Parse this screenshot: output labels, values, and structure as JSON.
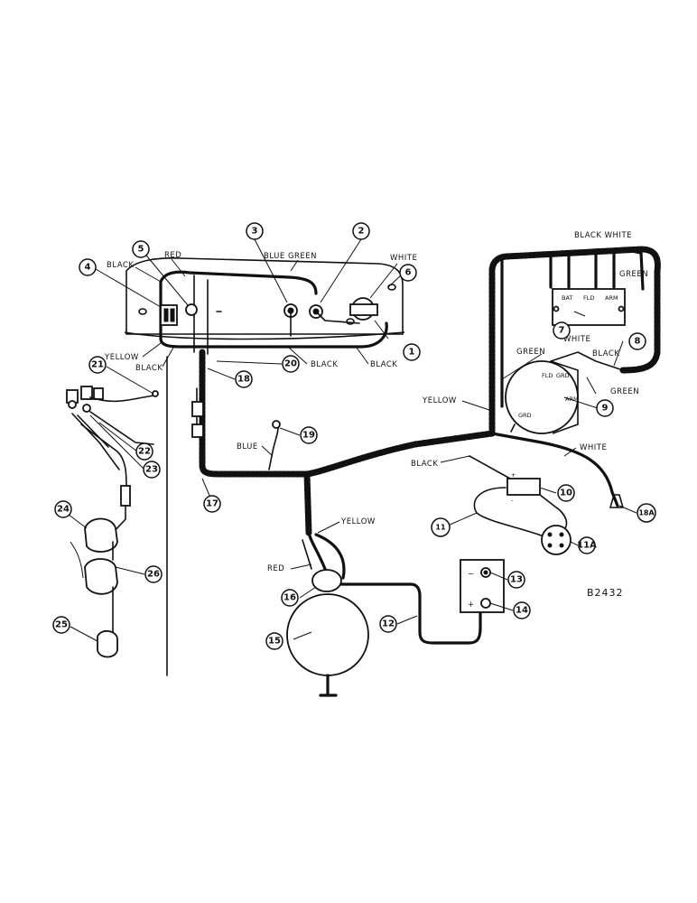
{
  "figure_id": "B2432",
  "wire_labels": {
    "black_top_left": "BLACK",
    "red": "RED",
    "blue_green": "BLUE GREEN",
    "white_panel": "WHITE",
    "yellow_left": "YELLOW",
    "black_under_yellow": "BLACK",
    "black_20": "BLACK",
    "black_1": "BLACK",
    "black_white_reg": "BLACK WHITE",
    "green_reg": "GREEN",
    "green_long": "GREEN",
    "white_gen": "WHITE",
    "black_gen": "BLACK",
    "green_gen": "GREEN",
    "yellow_right": "YELLOW",
    "black_main": "BLACK",
    "white_main": "WHITE",
    "blue_19": "BLUE",
    "yellow_starter": "YELLOW",
    "red_starter": "RED"
  },
  "terminal_labels": {
    "bat": "BAT",
    "fld": "FLD",
    "arm": "ARM",
    "gen_fld": "FLD",
    "gen_grd": "GRD",
    "gen_arm": "ARM",
    "gen_grd_bottom": "GRD",
    "coil_plus": "+",
    "coil_minus": "-",
    "battery_minus": "−",
    "battery_plus": "+"
  },
  "callouts": [
    "1",
    "2",
    "3",
    "4",
    "5",
    "6",
    "7",
    "8",
    "9",
    "10",
    "11",
    "11A",
    "12",
    "13",
    "14",
    "15",
    "16",
    "17",
    "18",
    "18A",
    "19",
    "20",
    "21",
    "22",
    "23",
    "24",
    "25",
    "26"
  ],
  "icons": {
    "regulator": "voltage-regulator-icon",
    "generator": "generator-icon",
    "battery": "battery-icon",
    "starter": "starter-motor-icon",
    "distributor": "distributor-icon",
    "coil": "ignition-coil-icon"
  }
}
